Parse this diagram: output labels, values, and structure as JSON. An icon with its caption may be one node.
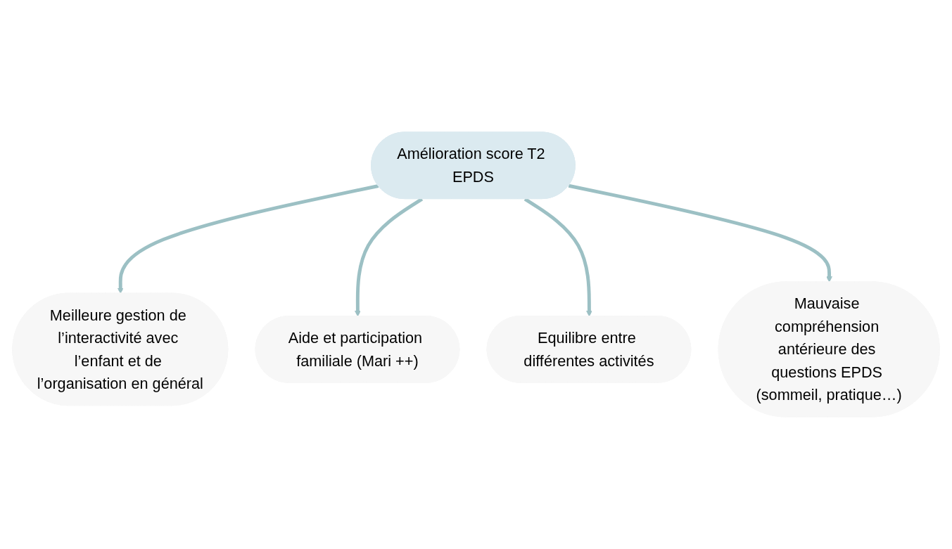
{
  "diagram": {
    "nodes": [
      {
        "text": [
          "Meilleure gestion de l’interactivité avec l’enfant et de l’organisation en général"
        ]
      },
      {
        "text": [
          "Aide et participation familiale (Mari ++)"
        ]
      },
      {
        "text": [
          "Amélioration score T2 EPDS"
        ]
      },
      {
        "text": [
          "Equilibre entre différentes activités"
        ]
      },
      {
        "text": [
          "Mauvaise compréhension antérieure des questions EPDS (sommeil, pratique…)"
        ]
      }
    ],
    "edges": [
      {
        "from": 2,
        "to": 0,
        "arrow": "to"
      },
      {
        "from": 2,
        "to": 1,
        "arrow": "to"
      },
      {
        "from": 2,
        "to": 3,
        "arrow": "to"
      },
      {
        "from": 2,
        "to": 4,
        "arrow": "to"
      }
    ]
  }
}
